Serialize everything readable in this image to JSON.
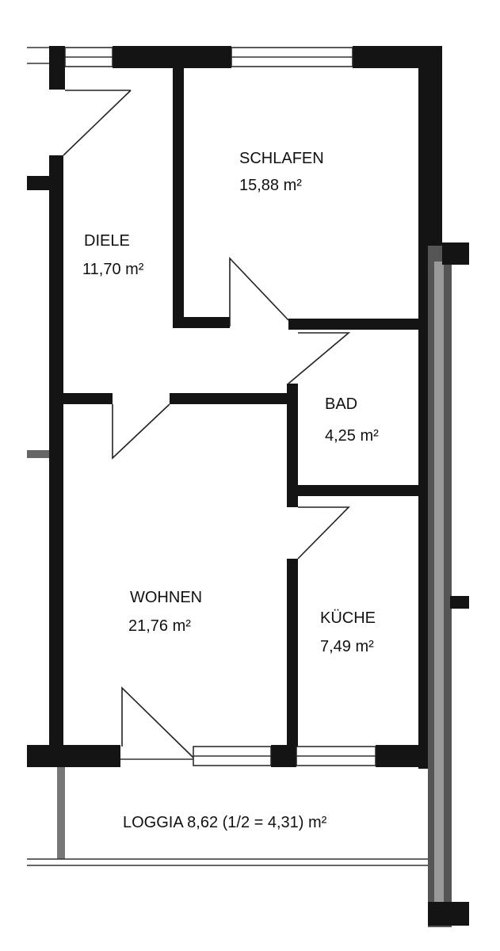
{
  "rooms": {
    "schlafen": {
      "name": "SCHLAFEN",
      "area": "15,88 m²"
    },
    "diele": {
      "name": "DIELE",
      "area": "11,70 m²"
    },
    "bad": {
      "name": "BAD",
      "area": "4,25 m²"
    },
    "wohnen": {
      "name": "WOHNEN",
      "area": "21,76 m²"
    },
    "kueche": {
      "name": "KÜCHE",
      "area": "7,49 m²"
    },
    "loggia": {
      "label": "LOGGIA 8,62 (1/2 = 4,31) m²"
    }
  }
}
